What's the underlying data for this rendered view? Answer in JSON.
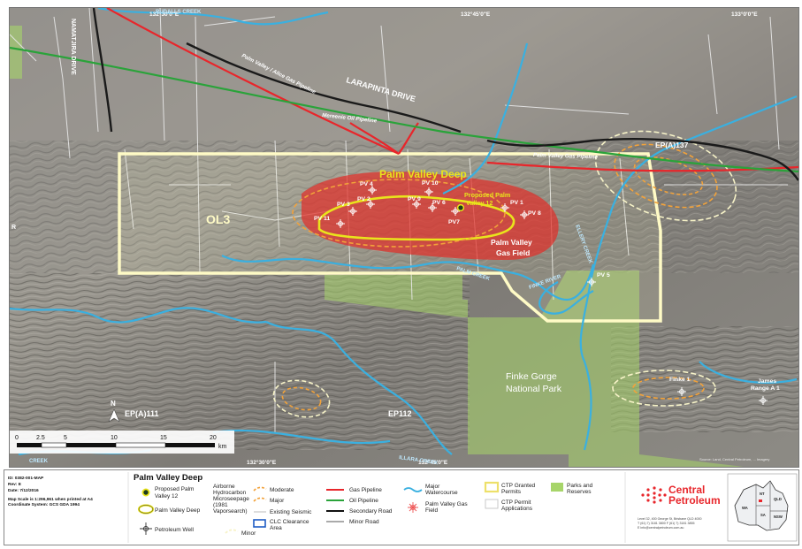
{
  "map": {
    "title_label": "Palm Valley Deep",
    "coords": {
      "c1": "132°30'0\"E",
      "c2": "132°45'0\"E",
      "c3": "133°0'0\"E",
      "c4": "132°30'0\"E",
      "c5": "132°45'0\"E"
    },
    "roads": {
      "namatjira": "NAMATJIRA DRIVE",
      "larapinta": "LARAPINTA DRIVE",
      "hugh_left": "R"
    },
    "creeks": {
      "rudalls": "RUDALLS CREEK",
      "palm": "PALM CREEK",
      "finke": "FINKE RIVER",
      "ellery": "ELLERY CREEK",
      "illara": "ILLARA CREEK",
      "illamurta": "CREEK"
    },
    "pipelines": {
      "gas_diag": "Palm Valley / Alice Gas Pipeline",
      "mereenie": "Mereenie Oil Pipeline",
      "gas_right": "Palm Valley Gas Pipeline"
    },
    "areas": {
      "ol3": "OL3",
      "epa137": "EP(A)137",
      "epa111": "EP(A)111",
      "ep112": "EP112",
      "park": "Finke Gorge\nNational Park",
      "park_l1": "Finke Gorge",
      "park_l2": "National Park",
      "field_l1": "Palm Valley",
      "field_l2": "Gas Field"
    },
    "wells": {
      "pv1": "PV 1",
      "pv2": "PV 2",
      "pv3": "PV 3",
      "pv4": "PV 4",
      "pv5": "PV 5",
      "pv6": "PV 6",
      "pv7": "PV7",
      "pv8": "PV 8",
      "pv9": "PV 9",
      "pv10": "PV 10",
      "pv11": "PV 11",
      "proposed_l1": "Proposed Palm",
      "proposed_l2": "Valley 12",
      "finke1": "Finke 1",
      "james_l1": "James",
      "james_l2": "Range A 1"
    },
    "scale": {
      "ticks": [
        "0",
        "2.5",
        "5",
        "10",
        "15",
        "20"
      ],
      "unit": "km"
    },
    "north": "N",
    "credit": "Source: Land, Central Petroleum, ... Imagery"
  },
  "legend": {
    "info": {
      "id": "ID: 0382-001-MAP",
      "rev": "Rev: E",
      "date": "Date: 7/12/2016",
      "scale": "Map Scale is 1:296,961 when printed at A4",
      "coord": "Coordinate System: GCS GDA 1994"
    },
    "title": "Palm Valley Deep",
    "items": {
      "proposed": "Proposed Palm Valley 12",
      "proposed_l1": "Proposed Palm",
      "proposed_l2": "Valley 12",
      "pvdeep": "Palm Valley Deep",
      "well": "Petroleum Well",
      "airborne_l1": "Airborne",
      "airborne_l2": "Hydrocarbon",
      "airborne_l3": "Microseepage",
      "airborne_l4": "(1981",
      "airborne_l5": "Vaporsearch)",
      "moderate": "Moderate",
      "major": "Major",
      "minor": "Minor",
      "seismic": "Existing Seismic",
      "clc_l1": "CLC Clearance",
      "clc_l2": "Area",
      "gas": "Gas Pipeline",
      "oil": "Oil Pipeline",
      "secondary": "Secondary Road",
      "minor_road": "Minor Road",
      "watercourse_l1": "Major",
      "watercourse_l2": "Watercourse",
      "pvfield_l1": "Palm Valley Gas",
      "pvfield_l2": "Field",
      "granted_l1": "CTP Granted",
      "granted_l2": "Permits",
      "apps_l1": "CTP Permit",
      "apps_l2": "Applications",
      "parks_l1": "Parks and",
      "parks_l2": "Reserves"
    },
    "company": {
      "name_l1": "Central",
      "name_l2": "Petroleum",
      "address_l1": "Level 32, 400 George St, Brisbane QLD 4000",
      "address_l2": "T (61) 7) 3181 3800  F (61) 7) 3181 3855",
      "address_l3": "E info@centralpetroleum.com.au"
    },
    "inset": {
      "wa": "WA",
      "nt": "NT",
      "qld": "QLD",
      "sa": "SA",
      "nsw": "NSW"
    }
  },
  "colors": {
    "gas_pipeline": "#e8262b",
    "oil_pipeline": "#2aa33a",
    "watercourse": "#3ab0e0",
    "permit": "#fffbc6",
    "field": "#e02f2a",
    "park": "#a7d56a",
    "road": "#1a1a1a"
  }
}
